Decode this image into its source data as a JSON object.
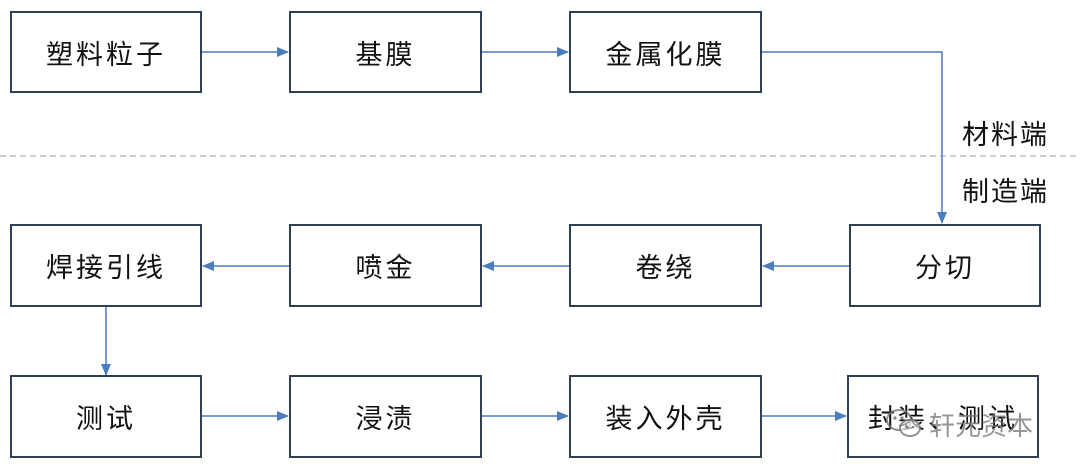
{
  "diagram": {
    "boxes": {
      "pellets": "塑料粒子",
      "base_film": "基膜",
      "metallized_film": "金属化膜",
      "slitting": "分切",
      "winding": "卷绕",
      "spraying": "喷金",
      "welding_leads": "焊接引线",
      "test_1": "测试",
      "impregnation": "浸渍",
      "casing": "装入外壳",
      "seal_test": "封装、测试"
    },
    "zones": {
      "material_end": "材料端",
      "manufacturing_end": "制造端"
    },
    "colors": {
      "arrow": "#4a7cc0",
      "box_border": "#2f3f56",
      "divider": "#bdbdbd"
    }
  },
  "watermark": {
    "text": "轩元资本",
    "icon": "wechat-icon"
  }
}
